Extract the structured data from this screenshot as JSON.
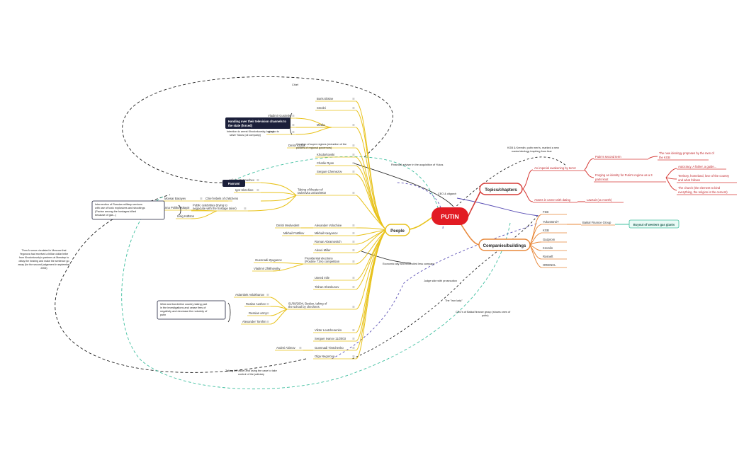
{
  "root": {
    "label": "PUTIN",
    "color": "#e21b23"
  },
  "colors": {
    "people": "#e8c21a",
    "topics": "#d63a36",
    "companies": "#e8883a",
    "dash_teal": "#3fbf9f",
    "dash_purple": "#5a4fb5",
    "dash_black": "#222222",
    "callout_dark": "#1b1f3a"
  },
  "branches": {
    "people": "People",
    "topics": "Topics/chapters",
    "companies": "Companies/buildings"
  },
  "people": {
    "main": [
      "Boris Eltsine",
      "Smolni",
      "Media",
      "Dmitri Kozak",
      "Khodorkovski",
      "Charlie Ryan",
      "Serguei Chemezov",
      "Taking of theater of Dubrovka 23/10/2002",
      "Alexander Volochine",
      "Mikhail Kasyanov",
      "Roman Abramovitch",
      "Alexei Miller",
      "Presidential elections (Poutine 71%) competition",
      "Useed mile",
      "Tishan Sheskunov",
      "01/09/2004, Beslan, taking of the school by chechens",
      "Viktor Loutchenenko",
      "Serguei Ivanov 11/2003",
      "Guennadi Timtchenko",
      "Olga Negorova"
    ],
    "media": [
      "Vladimir Gusinsky",
      "Boris Berezovski",
      "NTV"
    ],
    "dubrovka": [
      "Nikolai Patrouchev",
      "Igor Sletchine",
      "Chief rebels of chechens",
      "Public celebrities (trying to negociate with the hostage taker)"
    ],
    "dubrovka_sub": [
      "Movsar Barayev",
      "Anna Politkovskaya",
      "Iosig Kobzon"
    ],
    "side": [
      "Dmitri Medvedev",
      "Mikhail Fradkov"
    ],
    "elections": [
      "Guennadi Zyuganov",
      "Vladimir Zhirinovsky"
    ],
    "beslan": [
      "Aslambek Aslakhanov",
      "Ruslan Aushev",
      "Russian army",
      "Alexander Torshin"
    ],
    "andrei": "Andrei Akimov"
  },
  "topics": {
    "imperial": "An imperial awakening by terror",
    "second_term": "Putin's second term",
    "new_ideology": "The new ideology proposes by the men of the KGB",
    "identity": "Forging an identity for Putin's regime as a 3 parts knot",
    "autocracy": "Autocracy. A father, a guide...",
    "territory": "Territory, homeland, love of the country and what follows",
    "church": "The church (the element to bind everything, the religion is the cement)",
    "assets": "Assets in carnet with dating",
    "lawsuit": "Lawsuit (11 month)"
  },
  "companies": [
    "FSB",
    "YukosStroiT",
    "KGB",
    "Gazprom",
    "Kremlin",
    "Rosneft",
    "ORIENCL"
  ],
  "baikal": "Baikal Finance Group",
  "buyout": "Buyout of western gas giants",
  "callouts": {
    "handing": "Handing over their television channels to the state (forced)",
    "pasrumi": "Pasrumi",
    "intention": "Intention to arrest Khodorkovsky, but also to seize Yukos (oil company)",
    "regions": "Creation of super regions (reduction of the powers of regional governors)",
    "kgb_note": "KGB & Kremlin: putin men's, marked a new russia ideology inspiring from fear",
    "chief": "Chief",
    "financial": "Financial adviser in the acquisition of Yukos",
    "ceo": "CEO & oligarch",
    "economic": "Economic ally and reconciled less company",
    "judge": "Judge side with prosecution",
    "ironlady": "The \"iron lady\"",
    "ceos_baikal": "CEO's of Baikal finance group (shows ones of putin)",
    "intervention": "Intervention of Russian military services with use of toxic explosives and shootings (Pavian among the hostages killed because of gas...)",
    "rumor": "Then A rumor circulated in Moscow that Yegorova had received a billion dollar bribe from Khodorkovsky's partners at Menatep to delay the hearing and make the sentence go away (for the second judgement in september 2006)",
    "west": "West and borderline country taking part in the investigations and cease fires of negativity and decrease the notoriety of putin",
    "taking": "Taking the asset and using the case to take control of the judiciary"
  }
}
